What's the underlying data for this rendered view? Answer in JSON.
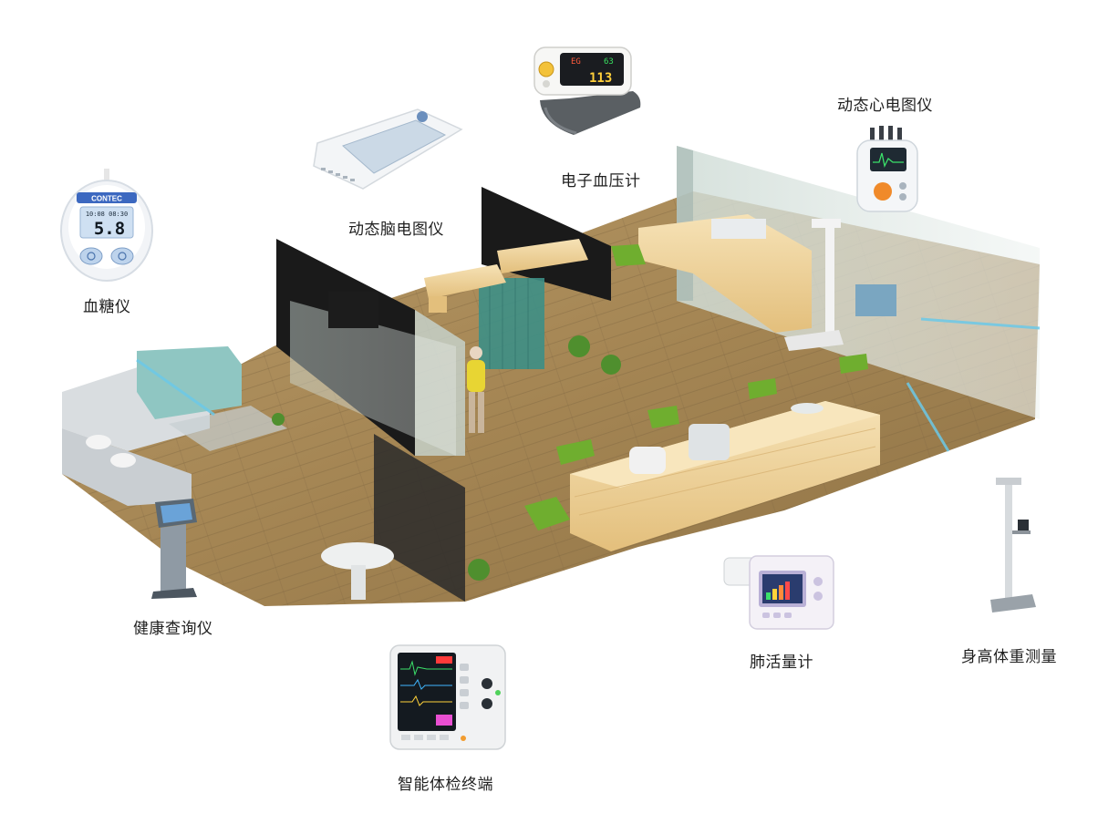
{
  "devices": {
    "glucose_meter": {
      "label": "血糖仪",
      "brand": "CONTEC",
      "screen_top": "10:08  08:30",
      "reading": "5.8"
    },
    "eeg": {
      "label": "动态脑电图仪"
    },
    "blood_pressure": {
      "label": "电子血压计",
      "reading_top": "EG",
      "reading_mid": "63",
      "reading_bottom": "113"
    },
    "ecg_holter": {
      "label": "动态心电图仪"
    },
    "health_kiosk": {
      "label": "健康查询仪"
    },
    "multi_monitor": {
      "label": "智能体检终端"
    },
    "spirometer": {
      "label": "肺活量计"
    },
    "height_weight": {
      "label": "身高体重测量"
    }
  },
  "colors": {
    "floor": "#a98a5c",
    "glass": "#d9e6e2",
    "beam": "#6cc9e8",
    "chair_green": "#6fae2f",
    "wood_desk": "#f1d59d",
    "curtain": "#3d8f86"
  }
}
